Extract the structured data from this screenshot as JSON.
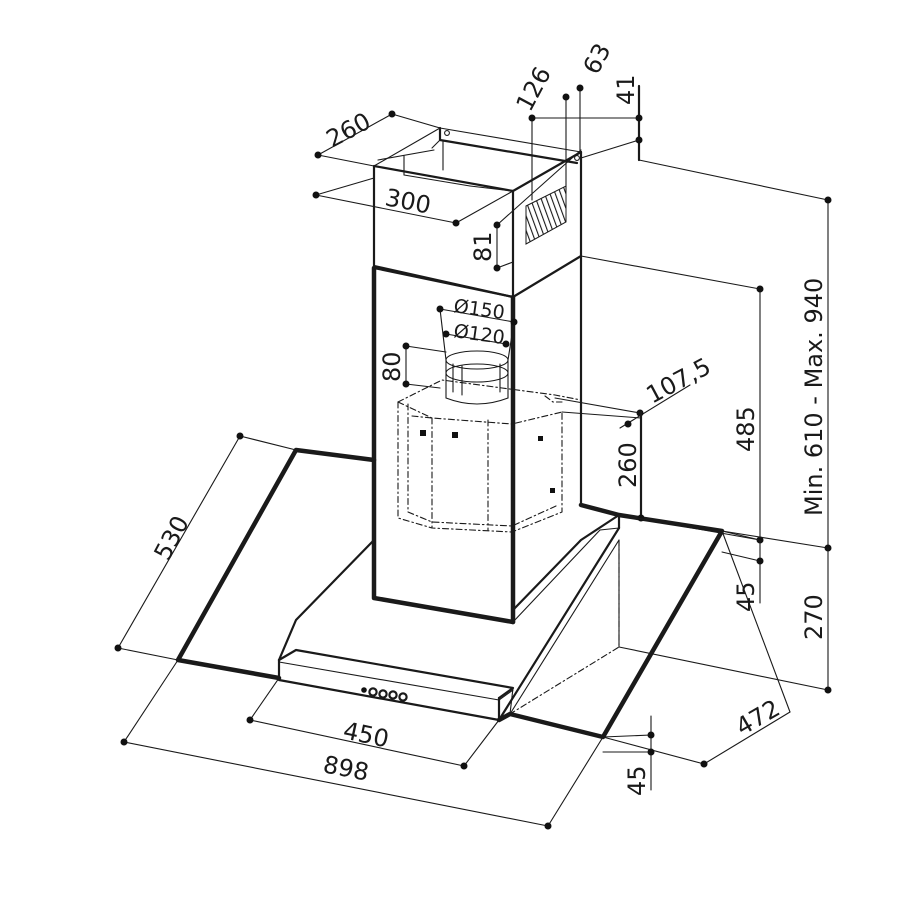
{
  "dimensions": {
    "chimney_top_width": "260",
    "chimney_top_depth": "300",
    "outlet_offset_1": "126",
    "outlet_offset_2": "63",
    "outlet_offset_3": "41",
    "bracket_height": "81",
    "duct_outer_diameter": "Ø150",
    "duct_inner_diameter": "Ø120",
    "collar_height": "80",
    "motor_offset": "107,5",
    "motor_height": "260",
    "chimney_lower_height": "485",
    "total_height_range": "Min. 610 - Max. 940",
    "canopy_depth": "530",
    "glass_thickness_right": "45",
    "hood_height": "270",
    "hood_side_depth": "472",
    "control_panel_width": "450",
    "overall_width": "898",
    "glass_thickness_bottom": "45"
  },
  "control_panel": {
    "button_count": 5
  }
}
